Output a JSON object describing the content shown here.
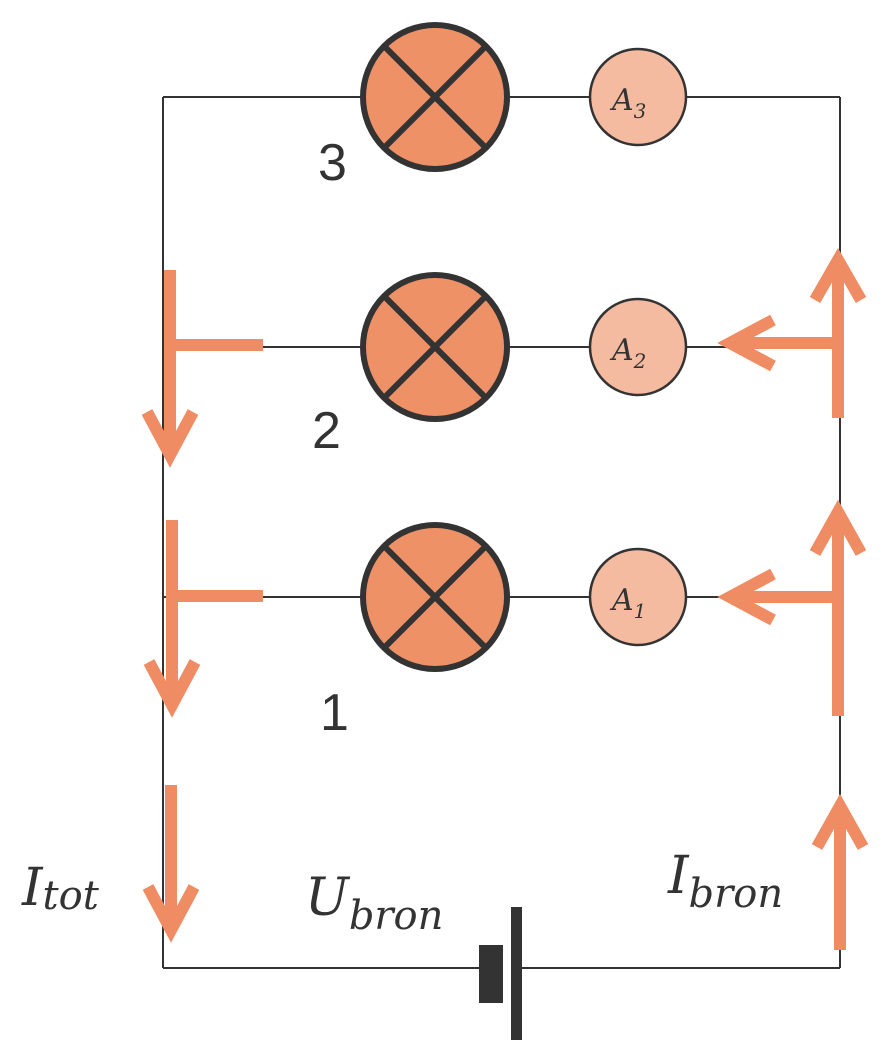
{
  "lamps": [
    {
      "label": "3"
    },
    {
      "label": "2"
    },
    {
      "label": "1"
    }
  ],
  "ammeters": [
    {
      "letter": "A",
      "sub": "3"
    },
    {
      "letter": "A",
      "sub": "2"
    },
    {
      "letter": "A",
      "sub": "1"
    }
  ],
  "labels": {
    "itot_main": "I",
    "itot_sub": "tot",
    "ubron_main": "U",
    "ubron_sub": "bron",
    "ibron_main": "I",
    "ibron_sub": "bron"
  },
  "colors": {
    "current_arrow": "#ef8c64",
    "lamp_fill": "#ef9166",
    "ammeter_fill": "#f5bba1",
    "wire": "#333333"
  }
}
